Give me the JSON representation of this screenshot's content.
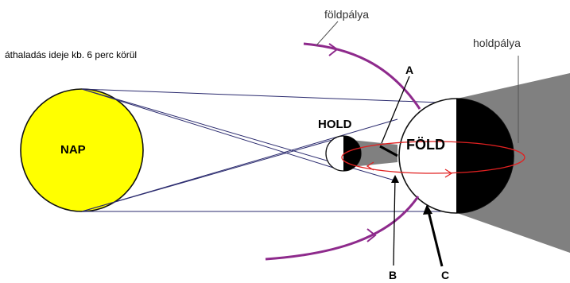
{
  "caption": "áthaladás ideje kb. 6 perc körül",
  "bodies": {
    "sun": "NAP",
    "moon": "HOLD",
    "earth": "FÖLD"
  },
  "orbits": {
    "earth_orbit": "földpálya",
    "moon_orbit": "holdpálya"
  },
  "points": {
    "a": "A",
    "b": "B",
    "c": "C"
  },
  "colors": {
    "sun": "#ffff00",
    "shadow_gray": "#808080",
    "earth_orbit": "#8e2a8c",
    "moon_orbit": "#e02020",
    "ray_lines": "#2a2a6e"
  }
}
